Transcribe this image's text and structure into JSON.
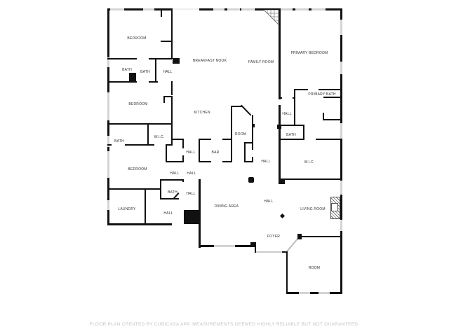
{
  "rooms": {
    "bedroom_1": "BEDROOM",
    "bath_1": "BATH",
    "bath_2": "BATH",
    "hall_1": "HALL",
    "breakfast_nook": "BREAKFAST NOOK",
    "family_room": "FAMILY ROOM",
    "primary_bedroom": "PRIMARY BEDROOM",
    "primary_bath": "PRIMARY BATH",
    "bedroom_2": "BEDROOM",
    "kitchen": "KITCHEN",
    "hall_2": "HALL",
    "room_1": "ROOM",
    "bath_3": "BATH",
    "wic_1": "W.I.C.",
    "bath_4": "BATH",
    "hall_3": "HALL",
    "bar": "BAR",
    "hall_4": "HALL",
    "wic_2": "W.I.C.",
    "bedroom_3": "BEDROOM",
    "hall_5": "HALL",
    "hall_6": "HALL",
    "bath_5": "BATH",
    "hall_7": "HALL",
    "laundry": "LAUNDRY",
    "hall_8": "HALL",
    "dining_area": "DINING AREA",
    "hall_9": "HALL",
    "living_room": "LIVING ROOM",
    "foyer": "FOYER",
    "room_2": "ROOM"
  },
  "footer": "FLOOR PLAN CREATED BY CUBICASA APP. MEASUREMENTS DEEMED HIGHLY RELIABLE BUT NOT GUARANTEED."
}
